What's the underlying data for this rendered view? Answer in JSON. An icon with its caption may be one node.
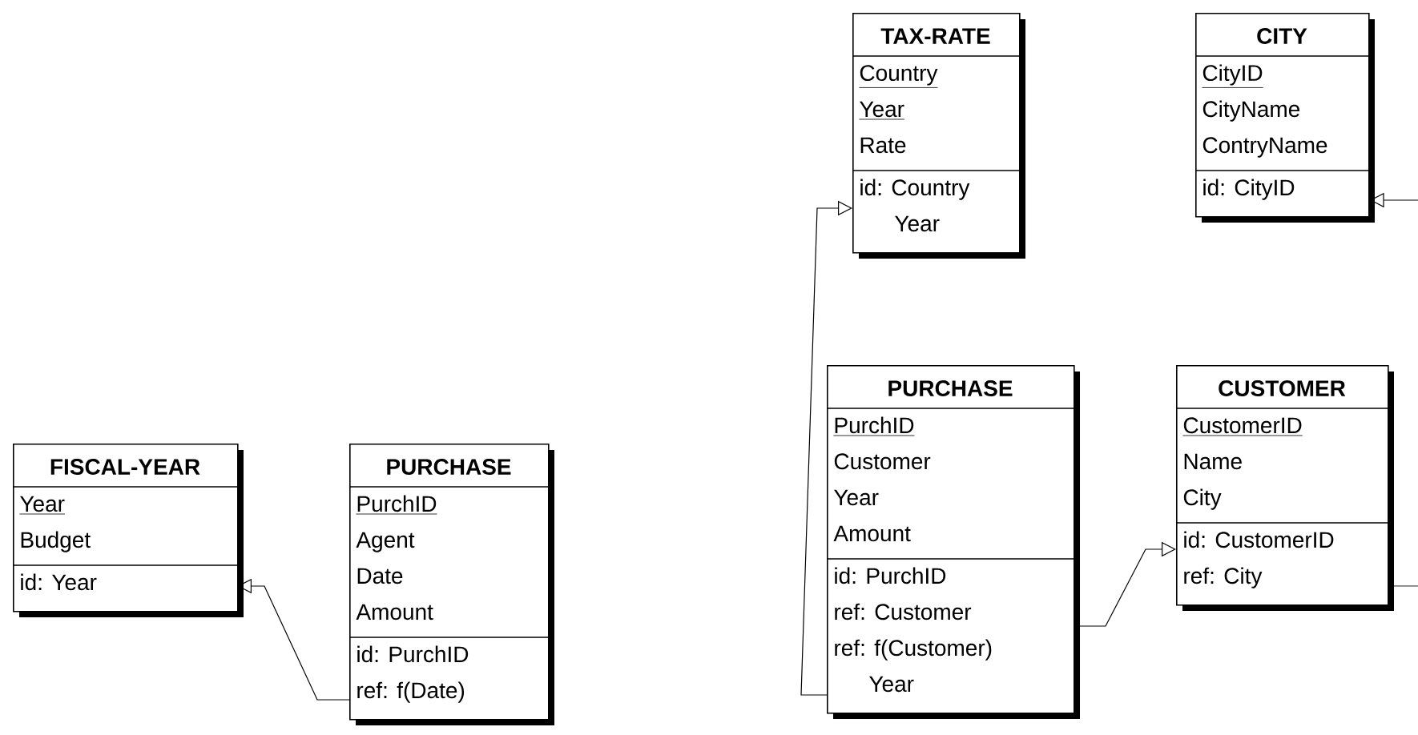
{
  "diagram": {
    "nodes": [
      {
        "text": [
          "FISCAL-YEAR",
          "Year",
          "Budget",
          "id: Year"
        ]
      },
      {
        "text": [
          "PURCHASE",
          "PurchID",
          "Agent",
          "Date",
          "Amount",
          "id: PurchID",
          "ref: f(Date)"
        ]
      },
      {
        "text": [
          "TAX-RATE",
          "Country",
          "Year",
          "Rate",
          "id: Country",
          "Year"
        ]
      },
      {
        "text": [
          "CITY",
          "CityID",
          "CityName",
          "ContryName",
          "id: CityID"
        ]
      },
      {
        "text": [
          "PURCHASE",
          "PurchID",
          "Customer",
          "Year",
          "Amount",
          "id: PurchID",
          "ref: Customer",
          "ref: f(Customer)",
          "Year"
        ]
      },
      {
        "text": [
          "CUSTOMER",
          "CustomerID",
          "Name",
          "City",
          "id: CustomerID",
          "ref: City"
        ]
      }
    ],
    "edges": [
      {
        "from": 1,
        "to": 0,
        "arrow": "to"
      },
      {
        "from": 4,
        "to": 2,
        "arrow": "to"
      },
      {
        "from": 4,
        "to": 5,
        "arrow": "to"
      },
      {
        "from": 5,
        "to": 3,
        "arrow": "to"
      }
    ]
  }
}
